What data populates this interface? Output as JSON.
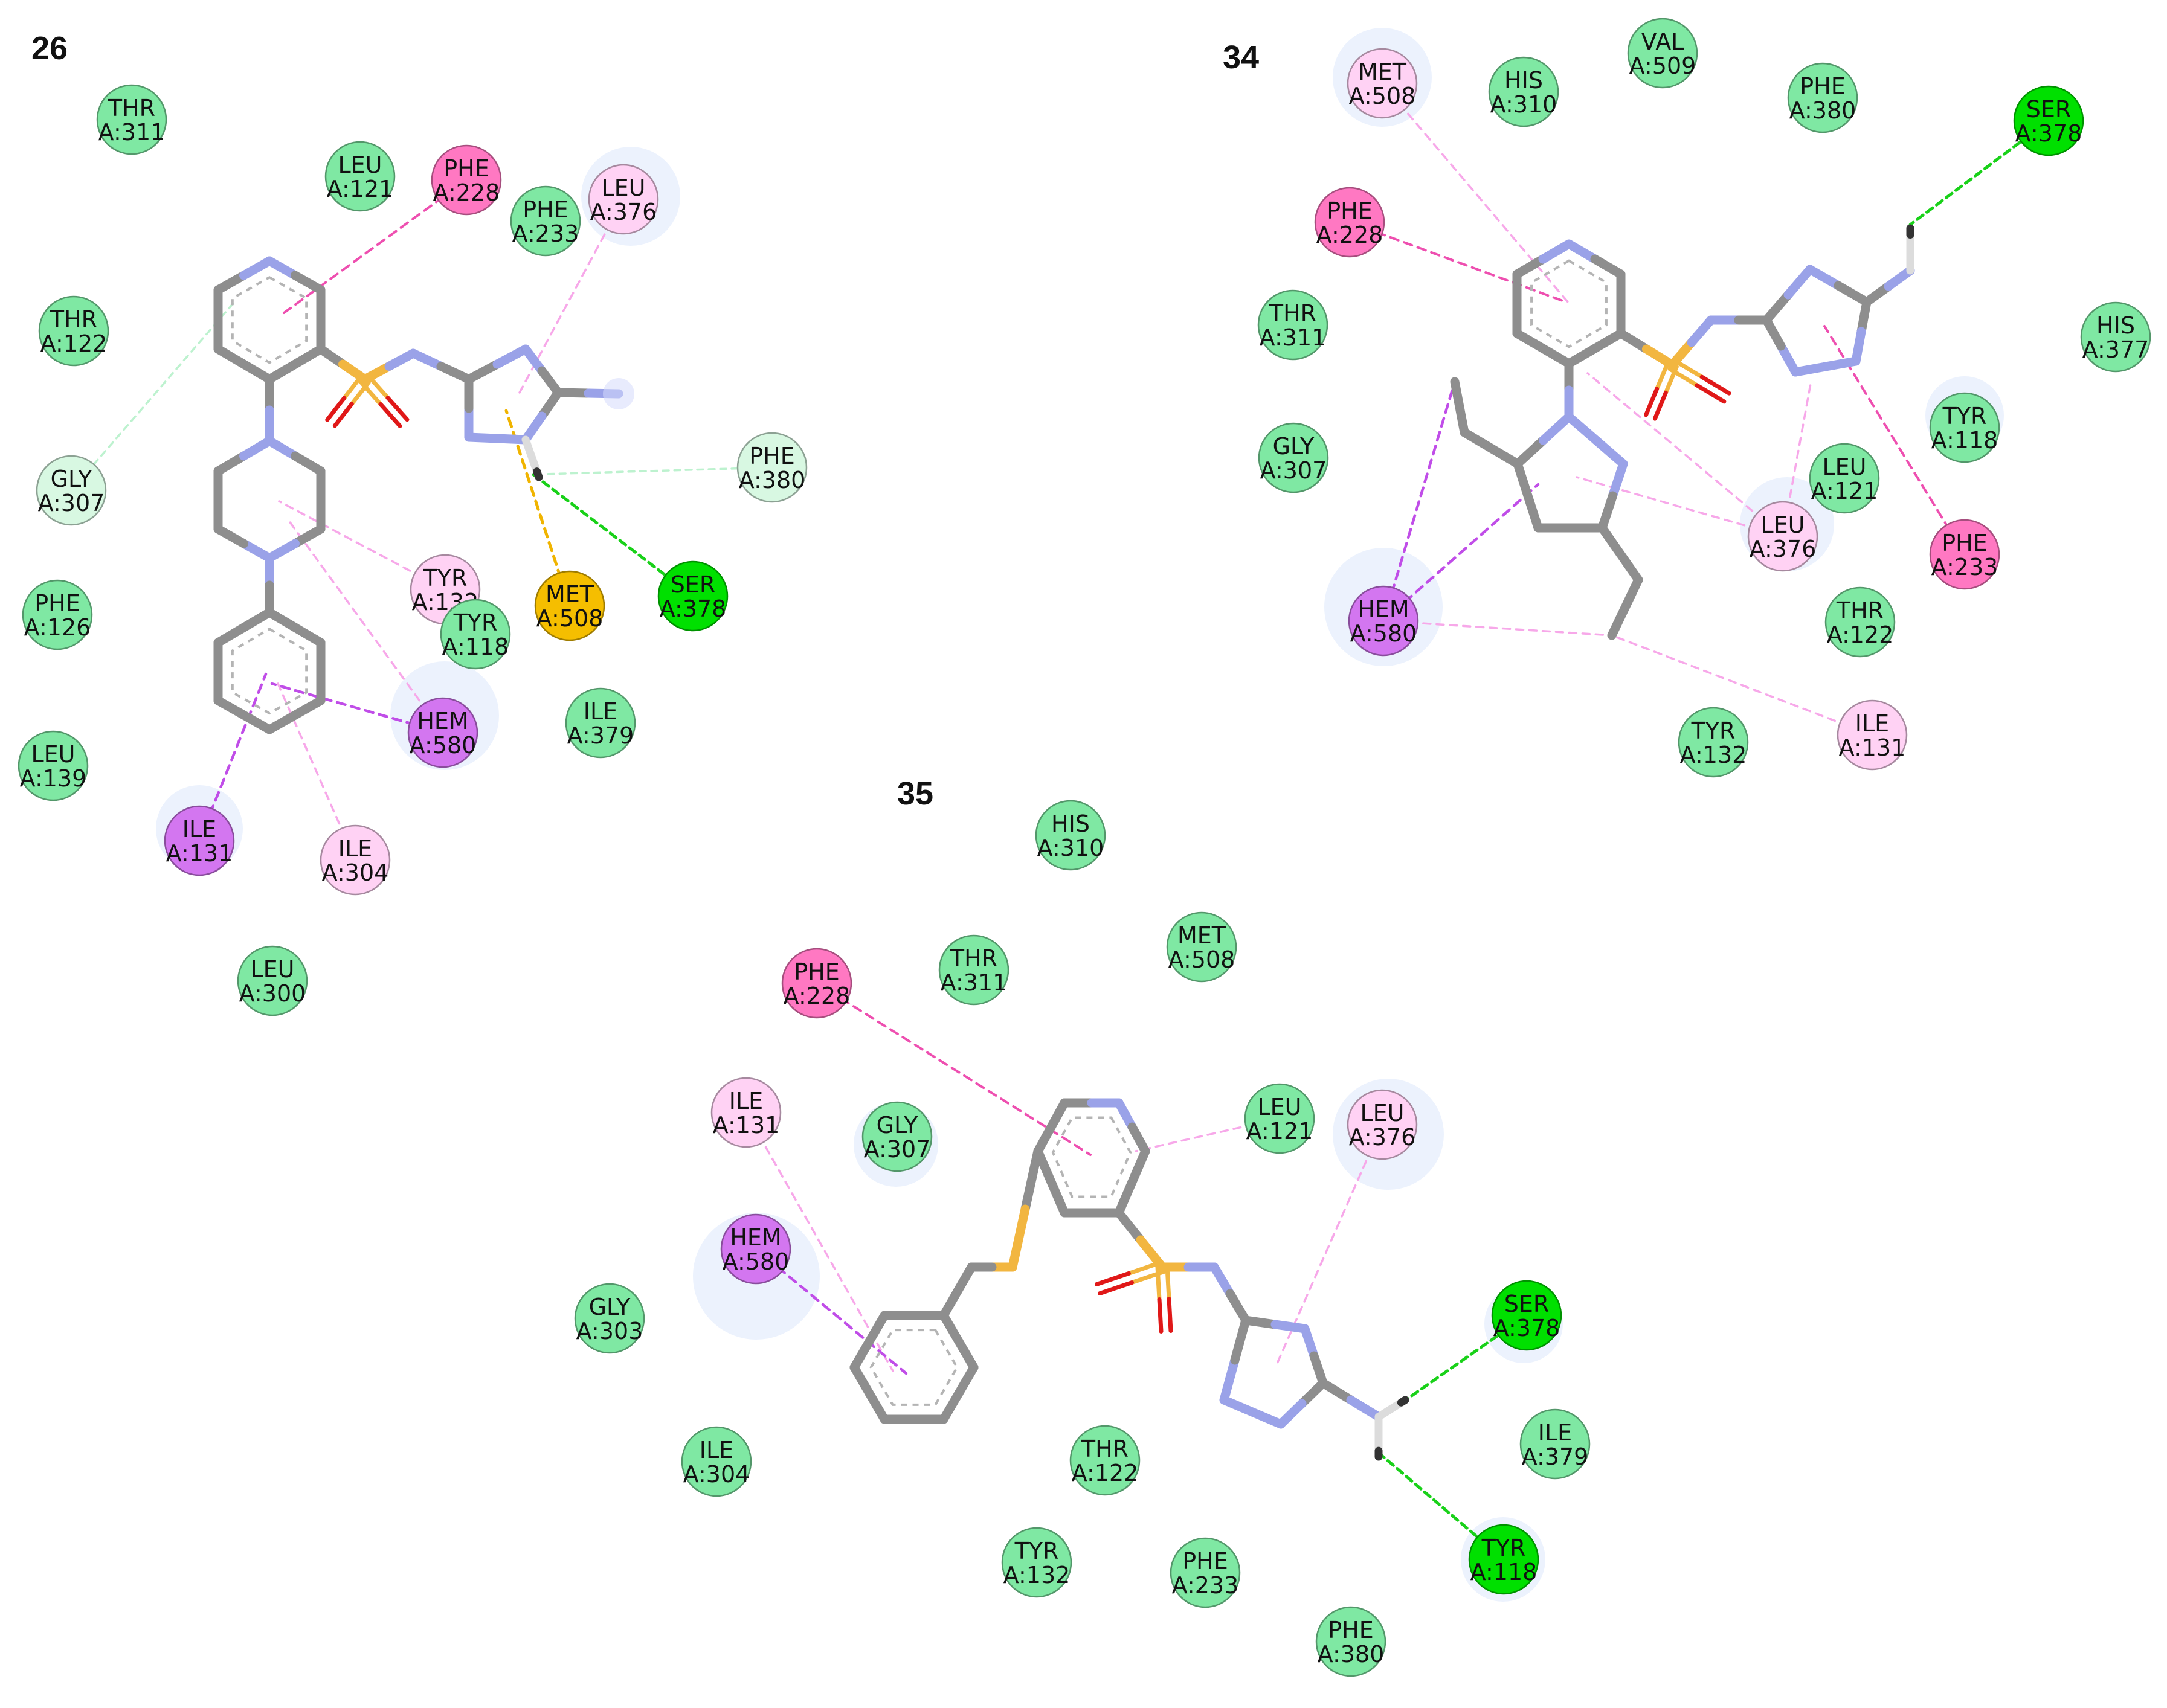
{
  "legend_colors": {
    "vdw": "#7fe8a3",
    "hbond": "#00e000",
    "carbon_hbond": "#d8f8e2",
    "pi_pi": "#ff78c2",
    "pi_sigma": "#d376f0",
    "alkyl": "#ffd2f4",
    "pi_sulfur": "#f5be00"
  },
  "atom_colors": {
    "carbon": "#8e8e8e",
    "nitrogen": "#9aa2e8",
    "oxygen": "#e01818",
    "sulfur": "#f2b640",
    "hydrogen": "#eeeeee"
  },
  "panels": [
    {
      "id": "26",
      "label": "26",
      "residues": [
        {
          "id": "thr311",
          "name": "THR",
          "num": "A:311",
          "type": "vdw"
        },
        {
          "id": "leu121",
          "name": "LEU",
          "num": "A:121",
          "type": "vdw"
        },
        {
          "id": "phe228",
          "name": "PHE",
          "num": "A:228",
          "type": "pi_pi"
        },
        {
          "id": "phe233",
          "name": "PHE",
          "num": "A:233",
          "type": "vdw"
        },
        {
          "id": "leu376",
          "name": "LEU",
          "num": "A:376",
          "type": "alkyl"
        },
        {
          "id": "thr122",
          "name": "THR",
          "num": "A:122",
          "type": "vdw"
        },
        {
          "id": "gly307",
          "name": "GLY",
          "num": "A:307",
          "type": "carbon_hbond"
        },
        {
          "id": "phe380",
          "name": "PHE",
          "num": "A:380",
          "type": "carbon_hbond"
        },
        {
          "id": "tyr132",
          "name": "TYR",
          "num": "A:132",
          "type": "alkyl"
        },
        {
          "id": "tyr118",
          "name": "TYR",
          "num": "A:118",
          "type": "vdw"
        },
        {
          "id": "met508",
          "name": "MET",
          "num": "A:508",
          "type": "pi_sulfur"
        },
        {
          "id": "ser378",
          "name": "SER",
          "num": "A:378",
          "type": "hbond"
        },
        {
          "id": "phe126",
          "name": "PHE",
          "num": "A:126",
          "type": "vdw"
        },
        {
          "id": "hem580",
          "name": "HEM",
          "num": "A:580",
          "type": "pi_sigma"
        },
        {
          "id": "ile379",
          "name": "ILE",
          "num": "A:379",
          "type": "vdw"
        },
        {
          "id": "leu139",
          "name": "LEU",
          "num": "A:139",
          "type": "vdw"
        },
        {
          "id": "ile131",
          "name": "ILE",
          "num": "A:131",
          "type": "pi_sigma"
        },
        {
          "id": "ile304",
          "name": "ILE",
          "num": "A:304",
          "type": "alkyl"
        },
        {
          "id": "leu300",
          "name": "LEU",
          "num": "A:300",
          "type": "vdw"
        }
      ],
      "interactions": [
        {
          "residue": "phe228",
          "type": "pi_pi"
        },
        {
          "residue": "gly307",
          "type": "carbon_hbond"
        },
        {
          "residue": "leu376",
          "type": "alkyl"
        },
        {
          "residue": "phe380",
          "type": "carbon_hbond"
        },
        {
          "residue": "ser378",
          "type": "hbond"
        },
        {
          "residue": "met508",
          "type": "pi_sulfur"
        },
        {
          "residue": "tyr132",
          "type": "alkyl"
        },
        {
          "residue": "hem580",
          "type": "alkyl"
        },
        {
          "residue": "hem580",
          "type": "pi_sigma"
        },
        {
          "residue": "ile131",
          "type": "pi_sigma"
        },
        {
          "residue": "ile304",
          "type": "alkyl"
        }
      ]
    },
    {
      "id": "34",
      "label": "34",
      "residues": [
        {
          "id": "met508",
          "name": "MET",
          "num": "A:508",
          "type": "alkyl"
        },
        {
          "id": "his310",
          "name": "HIS",
          "num": "A:310",
          "type": "vdw"
        },
        {
          "id": "val509",
          "name": "VAL",
          "num": "A:509",
          "type": "vdw"
        },
        {
          "id": "phe380",
          "name": "PHE",
          "num": "A:380",
          "type": "vdw"
        },
        {
          "id": "ser378",
          "name": "SER",
          "num": "A:378",
          "type": "hbond"
        },
        {
          "id": "phe228",
          "name": "PHE",
          "num": "A:228",
          "type": "pi_pi"
        },
        {
          "id": "thr311",
          "name": "THR",
          "num": "A:311",
          "type": "vdw"
        },
        {
          "id": "his377",
          "name": "HIS",
          "num": "A:377",
          "type": "vdw"
        },
        {
          "id": "gly307",
          "name": "GLY",
          "num": "A:307",
          "type": "vdw"
        },
        {
          "id": "tyr118",
          "name": "TYR",
          "num": "A:118",
          "type": "vdw"
        },
        {
          "id": "leu121",
          "name": "LEU",
          "num": "A:121",
          "type": "vdw"
        },
        {
          "id": "leu376",
          "name": "LEU",
          "num": "A:376",
          "type": "alkyl"
        },
        {
          "id": "phe233",
          "name": "PHE",
          "num": "A:233",
          "type": "pi_pi"
        },
        {
          "id": "hem580",
          "name": "HEM",
          "num": "A:580",
          "type": "pi_sigma"
        },
        {
          "id": "thr122",
          "name": "THR",
          "num": "A:122",
          "type": "vdw"
        },
        {
          "id": "tyr132",
          "name": "TYR",
          "num": "A:132",
          "type": "vdw"
        },
        {
          "id": "ile131",
          "name": "ILE",
          "num": "A:131",
          "type": "alkyl"
        }
      ],
      "interactions": [
        {
          "residue": "met508",
          "type": "alkyl"
        },
        {
          "residue": "phe228",
          "type": "pi_pi"
        },
        {
          "residue": "ser378",
          "type": "hbond"
        },
        {
          "residue": "phe233",
          "type": "pi_pi"
        },
        {
          "residue": "leu376",
          "type": "alkyl"
        },
        {
          "residue": "hem580",
          "type": "pi_sigma"
        },
        {
          "residue": "hem580",
          "type": "alkyl"
        },
        {
          "residue": "ile131",
          "type": "alkyl"
        }
      ]
    },
    {
      "id": "35",
      "label": "35",
      "residues": [
        {
          "id": "his310",
          "name": "HIS",
          "num": "A:310",
          "type": "vdw"
        },
        {
          "id": "met508",
          "name": "MET",
          "num": "A:508",
          "type": "vdw"
        },
        {
          "id": "phe228",
          "name": "PHE",
          "num": "A:228",
          "type": "pi_pi"
        },
        {
          "id": "thr311",
          "name": "THR",
          "num": "A:311",
          "type": "vdw"
        },
        {
          "id": "ile131",
          "name": "ILE",
          "num": "A:131",
          "type": "alkyl"
        },
        {
          "id": "gly307",
          "name": "GLY",
          "num": "A:307",
          "type": "vdw"
        },
        {
          "id": "leu121",
          "name": "LEU",
          "num": "A:121",
          "type": "vdw"
        },
        {
          "id": "leu376",
          "name": "LEU",
          "num": "A:376",
          "type": "alkyl"
        },
        {
          "id": "hem580",
          "name": "HEM",
          "num": "A:580",
          "type": "pi_sigma"
        },
        {
          "id": "gly303",
          "name": "GLY",
          "num": "A:303",
          "type": "vdw"
        },
        {
          "id": "ser378",
          "name": "SER",
          "num": "A:378",
          "type": "hbond"
        },
        {
          "id": "ile304",
          "name": "ILE",
          "num": "A:304",
          "type": "vdw"
        },
        {
          "id": "thr122",
          "name": "THR",
          "num": "A:122",
          "type": "vdw"
        },
        {
          "id": "ile379",
          "name": "ILE",
          "num": "A:379",
          "type": "vdw"
        },
        {
          "id": "tyr132",
          "name": "TYR",
          "num": "A:132",
          "type": "vdw"
        },
        {
          "id": "phe233",
          "name": "PHE",
          "num": "A:233",
          "type": "vdw"
        },
        {
          "id": "tyr118",
          "name": "TYR",
          "num": "A:118",
          "type": "hbond"
        },
        {
          "id": "phe380",
          "name": "PHE",
          "num": "A:380",
          "type": "vdw"
        }
      ],
      "interactions": [
        {
          "residue": "phe228",
          "type": "pi_pi"
        },
        {
          "residue": "leu121",
          "type": "alkyl"
        },
        {
          "residue": "ile131",
          "type": "alkyl"
        },
        {
          "residue": "hem580",
          "type": "pi_sigma"
        },
        {
          "residue": "leu376",
          "type": "alkyl"
        },
        {
          "residue": "ser378",
          "type": "hbond"
        },
        {
          "residue": "tyr118",
          "type": "hbond"
        }
      ]
    }
  ]
}
